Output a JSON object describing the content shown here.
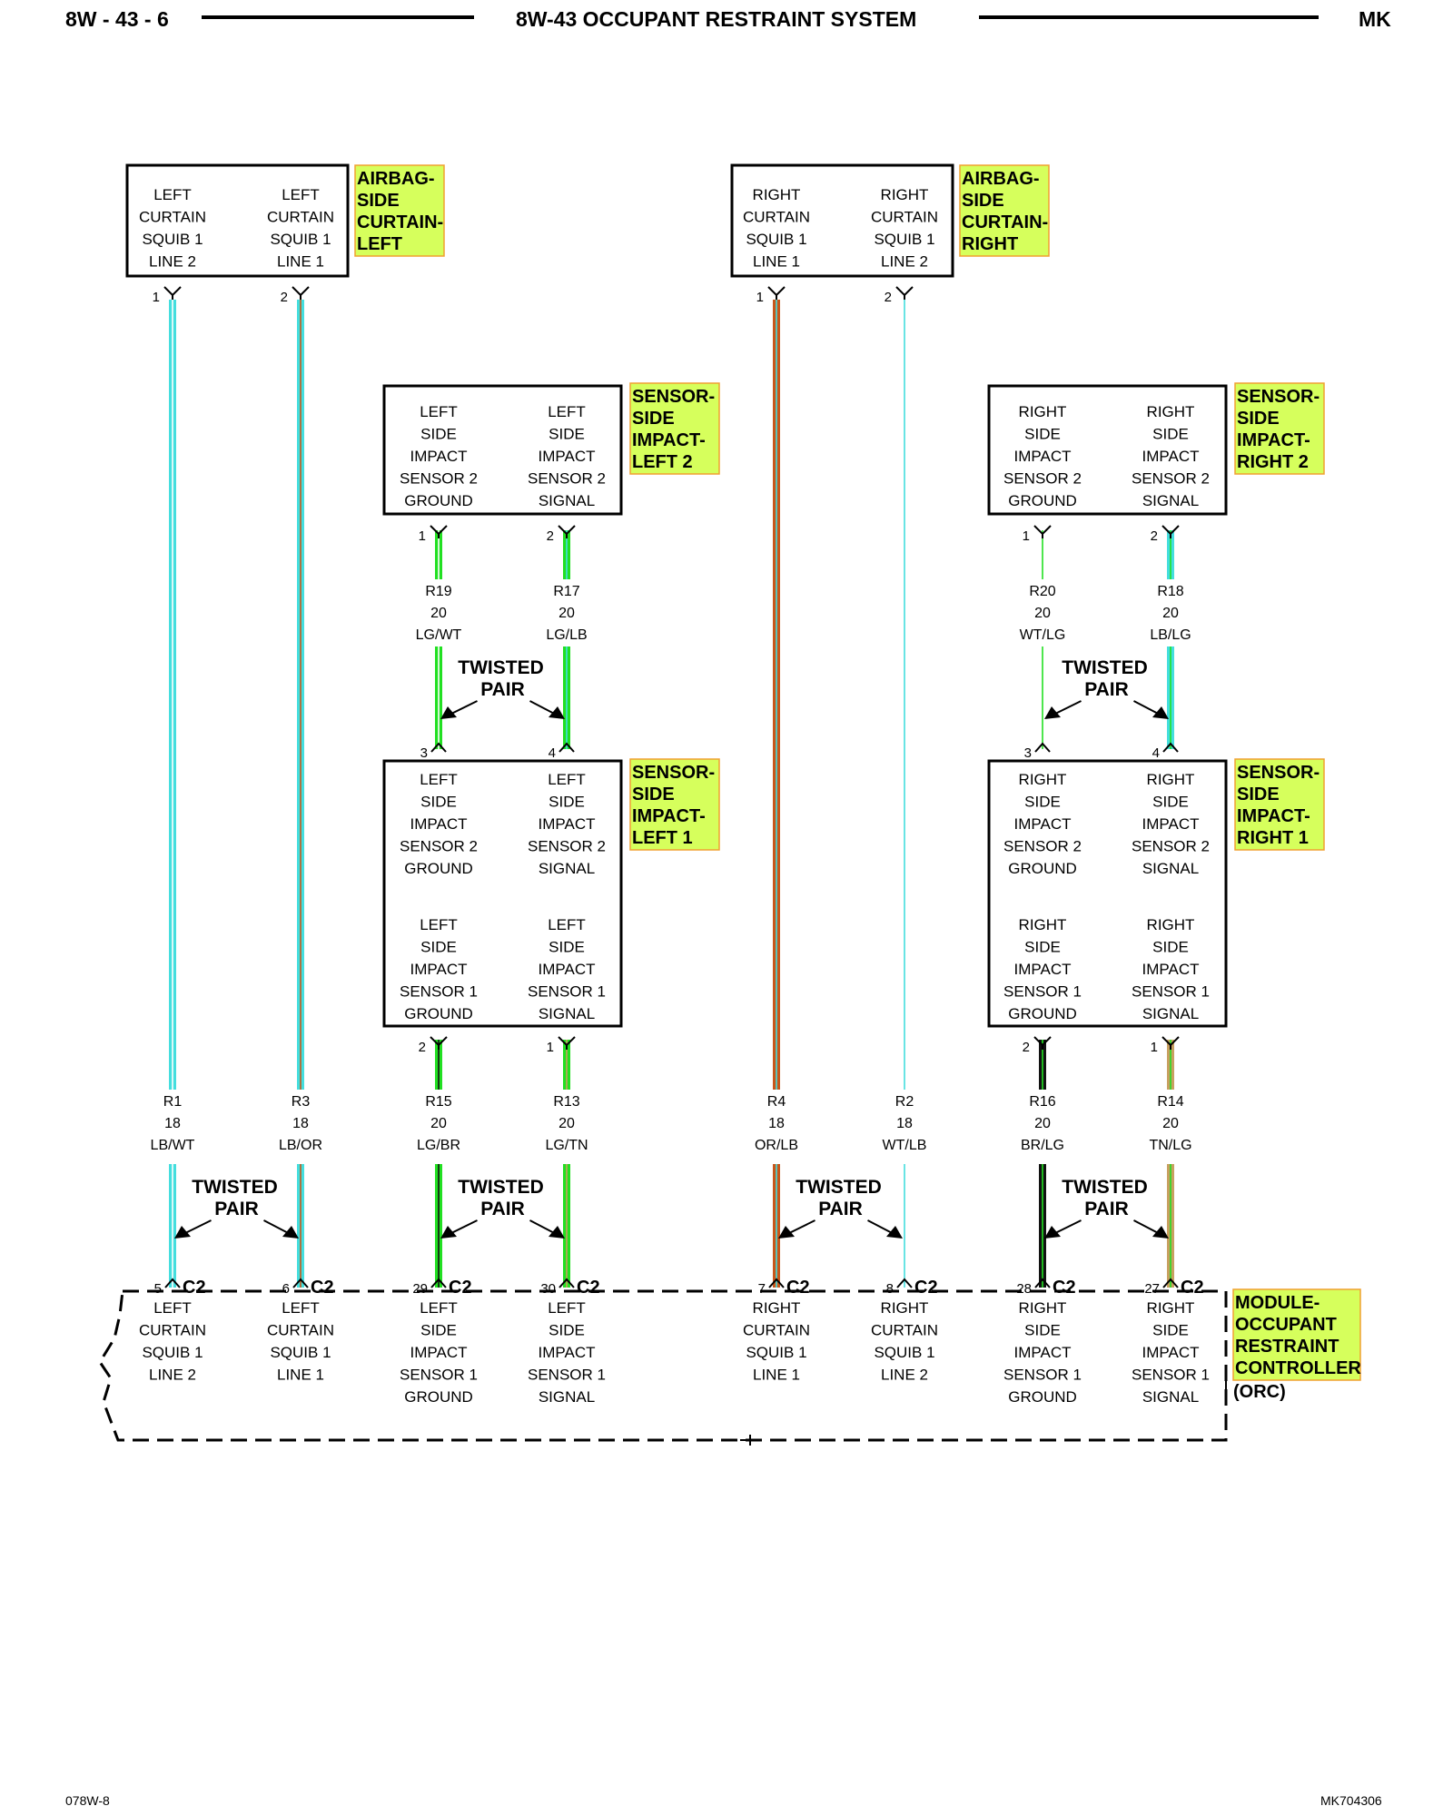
{
  "header": {
    "page_number": "8W - 43 - 6",
    "title": "8W-43 OCCUPANT RESTRAINT SYSTEM",
    "model": "MK"
  },
  "footer": {
    "left_code": "078W-8",
    "right_code": "MK704306"
  },
  "colors": {
    "light_blue": "#44dede",
    "light_green": "#22e022",
    "orange": "#c8561a",
    "tan": "#c8a060",
    "white_tracer": "#ffffff",
    "black": "#111111",
    "component_tag_fill": "#d6ff5c",
    "component_tag_border": "#f0a030"
  },
  "components": [
    {
      "id": "airbag_l",
      "tag": [
        "AIRBAG-",
        "SIDE",
        "CURTAIN-",
        "LEFT"
      ],
      "labels": [
        [
          "LEFT",
          "CURTAIN",
          "SQUIB 1",
          "LINE 2"
        ],
        [
          "LEFT",
          "CURTAIN",
          "SQUIB 1",
          "LINE 1"
        ]
      ]
    },
    {
      "id": "airbag_r",
      "tag": [
        "AIRBAG-",
        "SIDE",
        "CURTAIN-",
        "RIGHT"
      ],
      "labels": [
        [
          "RIGHT",
          "CURTAIN",
          "SQUIB 1",
          "LINE 1"
        ],
        [
          "RIGHT",
          "CURTAIN",
          "SQUIB 1",
          "LINE 2"
        ]
      ]
    },
    {
      "id": "sensor_l2",
      "tag": [
        "SENSOR-",
        "SIDE",
        "IMPACT-",
        "LEFT 2"
      ],
      "labels": [
        [
          "LEFT",
          "SIDE",
          "IMPACT",
          "SENSOR 2",
          "GROUND"
        ],
        [
          "LEFT",
          "SIDE",
          "IMPACT",
          "SENSOR 2",
          "SIGNAL"
        ]
      ]
    },
    {
      "id": "sensor_r2",
      "tag": [
        "SENSOR-",
        "SIDE",
        "IMPACT-",
        "RIGHT 2"
      ],
      "labels": [
        [
          "RIGHT",
          "SIDE",
          "IMPACT",
          "SENSOR 2",
          "GROUND"
        ],
        [
          "RIGHT",
          "SIDE",
          "IMPACT",
          "SENSOR 2",
          "SIGNAL"
        ]
      ]
    },
    {
      "id": "sensor_l1",
      "tag": [
        "SENSOR-",
        "SIDE",
        "IMPACT-",
        "LEFT 1"
      ],
      "labels": [
        [
          "LEFT",
          "SIDE",
          "IMPACT",
          "SENSOR 2",
          "GROUND"
        ],
        [
          "LEFT",
          "SIDE",
          "IMPACT",
          "SENSOR 2",
          "SIGNAL"
        ]
      ],
      "labels2": [
        [
          "LEFT",
          "SIDE",
          "IMPACT",
          "SENSOR 1",
          "GROUND"
        ],
        [
          "LEFT",
          "SIDE",
          "IMPACT",
          "SENSOR 1",
          "SIGNAL"
        ]
      ]
    },
    {
      "id": "sensor_r1",
      "tag": [
        "SENSOR-",
        "SIDE",
        "IMPACT-",
        "RIGHT 1"
      ],
      "labels": [
        [
          "RIGHT",
          "SIDE",
          "IMPACT",
          "SENSOR 2",
          "GROUND"
        ],
        [
          "RIGHT",
          "SIDE",
          "IMPACT",
          "SENSOR 2",
          "SIGNAL"
        ]
      ],
      "labels2": [
        [
          "RIGHT",
          "SIDE",
          "IMPACT",
          "SENSOR 1",
          "GROUND"
        ],
        [
          "RIGHT",
          "SIDE",
          "IMPACT",
          "SENSOR 1",
          "SIGNAL"
        ]
      ]
    },
    {
      "id": "orc",
      "tag": [
        "MODULE-",
        "OCCUPANT",
        "RESTRAINT",
        "CONTROLLER"
      ],
      "tag_suffix": "(ORC)",
      "labels": [
        [
          "LEFT",
          "CURTAIN",
          "SQUIB 1",
          "LINE 2"
        ],
        [
          "LEFT",
          "CURTAIN",
          "SQUIB 1",
          "LINE 1"
        ],
        [
          "LEFT",
          "SIDE",
          "IMPACT",
          "SENSOR 1",
          "GROUND"
        ],
        [
          "LEFT",
          "SIDE",
          "IMPACT",
          "SENSOR 1",
          "SIGNAL"
        ],
        [
          "RIGHT",
          "CURTAIN",
          "SQUIB 1",
          "LINE 1"
        ],
        [
          "RIGHT",
          "CURTAIN",
          "SQUIB 1",
          "LINE 2"
        ],
        [
          "RIGHT",
          "SIDE",
          "IMPACT",
          "SENSOR 1",
          "GROUND"
        ],
        [
          "RIGHT",
          "SIDE",
          "IMPACT",
          "SENSOR 1",
          "SIGNAL"
        ]
      ]
    }
  ],
  "pins": {
    "airbag_l": [
      "1",
      "2"
    ],
    "airbag_r": [
      "1",
      "2"
    ],
    "sensor_l2": [
      "1",
      "2"
    ],
    "sensor_r2": [
      "1",
      "2"
    ],
    "sensor_l1_top": [
      "3",
      "4"
    ],
    "sensor_r1_top": [
      "3",
      "4"
    ],
    "sensor_l1_bot": [
      "2",
      "1"
    ],
    "sensor_r1_bot": [
      "2",
      "1"
    ],
    "orc": [
      "5",
      "6",
      "29",
      "30",
      "7",
      "8",
      "28",
      "27"
    ],
    "orc_connector": "C2"
  },
  "wires_upper": [
    {
      "circuit": "R19",
      "gauge": "20",
      "color": "LG/WT"
    },
    {
      "circuit": "R17",
      "gauge": "20",
      "color": "LG/LB"
    },
    {
      "circuit": "R20",
      "gauge": "20",
      "color": "WT/LG"
    },
    {
      "circuit": "R18",
      "gauge": "20",
      "color": "LB/LG"
    }
  ],
  "wires_lower": [
    {
      "circuit": "R1",
      "gauge": "18",
      "color": "LB/WT"
    },
    {
      "circuit": "R3",
      "gauge": "18",
      "color": "LB/OR"
    },
    {
      "circuit": "R15",
      "gauge": "20",
      "color": "LG/BR"
    },
    {
      "circuit": "R13",
      "gauge": "20",
      "color": "LG/TN"
    },
    {
      "circuit": "R4",
      "gauge": "18",
      "color": "OR/LB"
    },
    {
      "circuit": "R2",
      "gauge": "18",
      "color": "WT/LB"
    },
    {
      "circuit": "R16",
      "gauge": "20",
      "color": "BR/LG"
    },
    {
      "circuit": "R14",
      "gauge": "20",
      "color": "TN/LG"
    }
  ],
  "twisted_pair_label": [
    "TWISTED",
    "PAIR"
  ]
}
